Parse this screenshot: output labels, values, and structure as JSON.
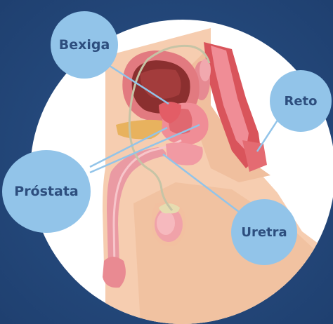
{
  "labels": {
    "bexiga": "Bexiga",
    "reto": "Reto",
    "prostata": "Próstata",
    "uretra": "Uretra"
  },
  "colors": {
    "background": "#244878",
    "background_dark": "#1e3d69",
    "circle": "#ffffff",
    "label_fill": "#92c4e9",
    "label_text": "#2d4e7e",
    "leader_line": "#92c4e9",
    "skin": "#f4c7a8",
    "skin_shadow": "#e9b08e",
    "tissue": "#ea9aa3",
    "organ_dark": "#8b2f2f",
    "organ_red": "#d9545b",
    "organ_pink": "#f08d96",
    "fat": "#e8b25e",
    "vas_deferens": "#c6c4a6"
  }
}
